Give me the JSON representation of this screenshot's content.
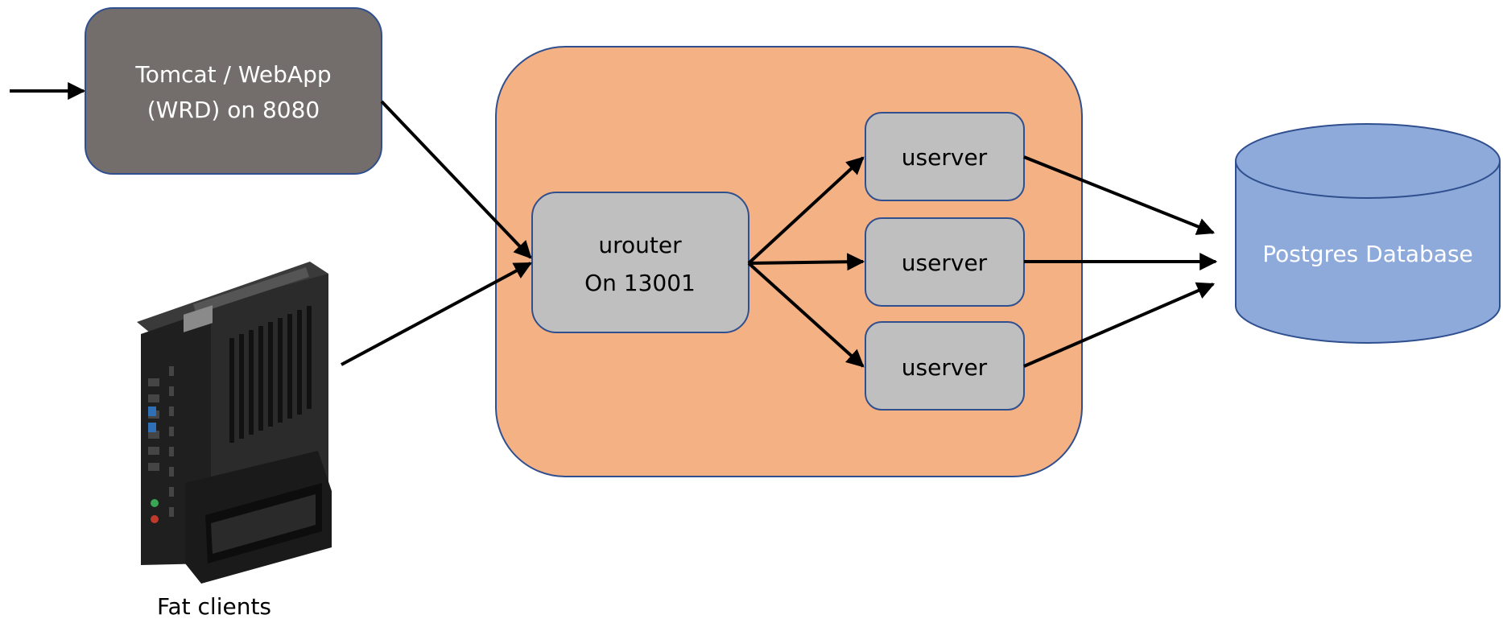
{
  "nodes": {
    "tomcat": {
      "line1": "Tomcat / WebApp",
      "line2": "(WRD) on 8080"
    },
    "urouter": {
      "line1": "urouter",
      "line2": "On 13001"
    },
    "userver_1": {
      "label": "userver"
    },
    "userver_2": {
      "label": "userver"
    },
    "userver_3": {
      "label": "userver"
    },
    "database": {
      "label": "Postgres Database"
    },
    "fat_clients": {
      "label": "Fat clients"
    }
  },
  "colors": {
    "tomcat_fill": "#736e6b",
    "tomcat_text": "#ffffff",
    "cluster_fill": "#f4b183",
    "server_fill": "#bfbfbf",
    "node_stroke": "#2f4f8f",
    "database_fill": "#8eaadb",
    "database_text": "#ffffff",
    "arrow": "#000000",
    "text": "#000000"
  },
  "icons": {
    "fat_client_device": "mini-pc-icon"
  }
}
